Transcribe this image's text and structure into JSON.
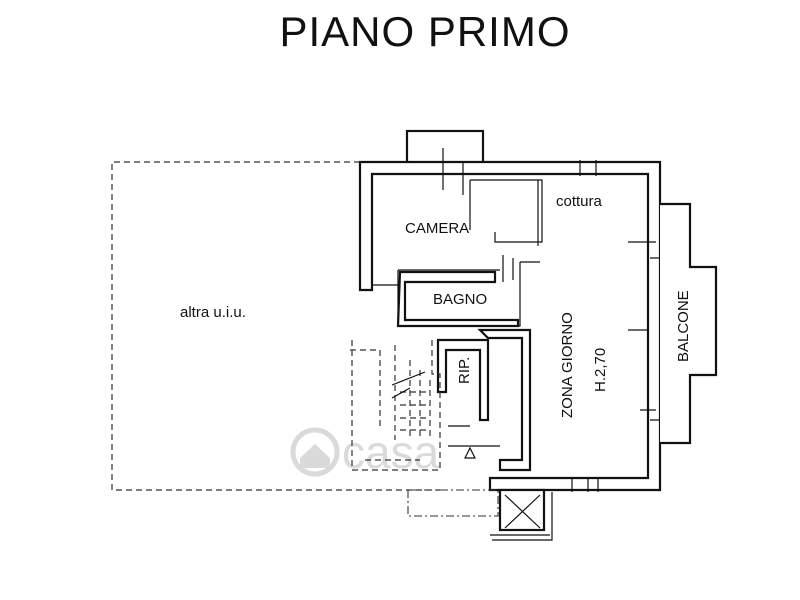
{
  "title": "PIANO PRIMO",
  "rooms": {
    "camera": "CAMERA",
    "cottura": "cottura",
    "bagno": "BAGNO",
    "rip": "RIP.",
    "zona_giorno": "ZONA GIORNO",
    "height": "H.2,70",
    "balcone": "BALCONE",
    "altra": "altra u.i.u."
  },
  "watermark": "casa"
}
